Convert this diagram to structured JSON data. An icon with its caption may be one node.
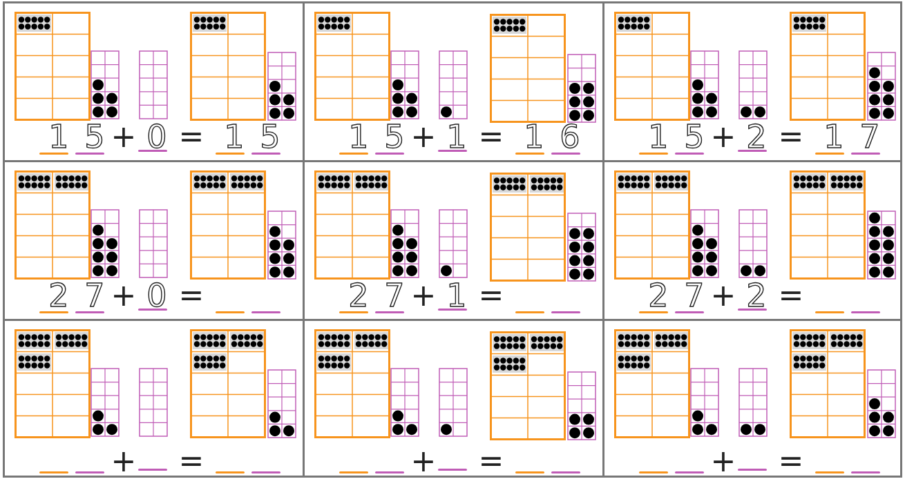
{
  "diagram": {
    "labels": [
      "1",
      "5",
      "+",
      "0",
      "=",
      "1",
      "5",
      "1",
      "5",
      "+",
      "1",
      "=",
      "1",
      "6",
      "1",
      "5",
      "+",
      "2",
      "=",
      "1",
      "7",
      "2",
      "7",
      "+",
      "0",
      "=",
      "2",
      "7",
      "+",
      "1",
      "=",
      "2",
      "7",
      "+",
      "2",
      "=",
      "+",
      "=",
      "+",
      "=",
      "+",
      "="
    ]
  }
}
